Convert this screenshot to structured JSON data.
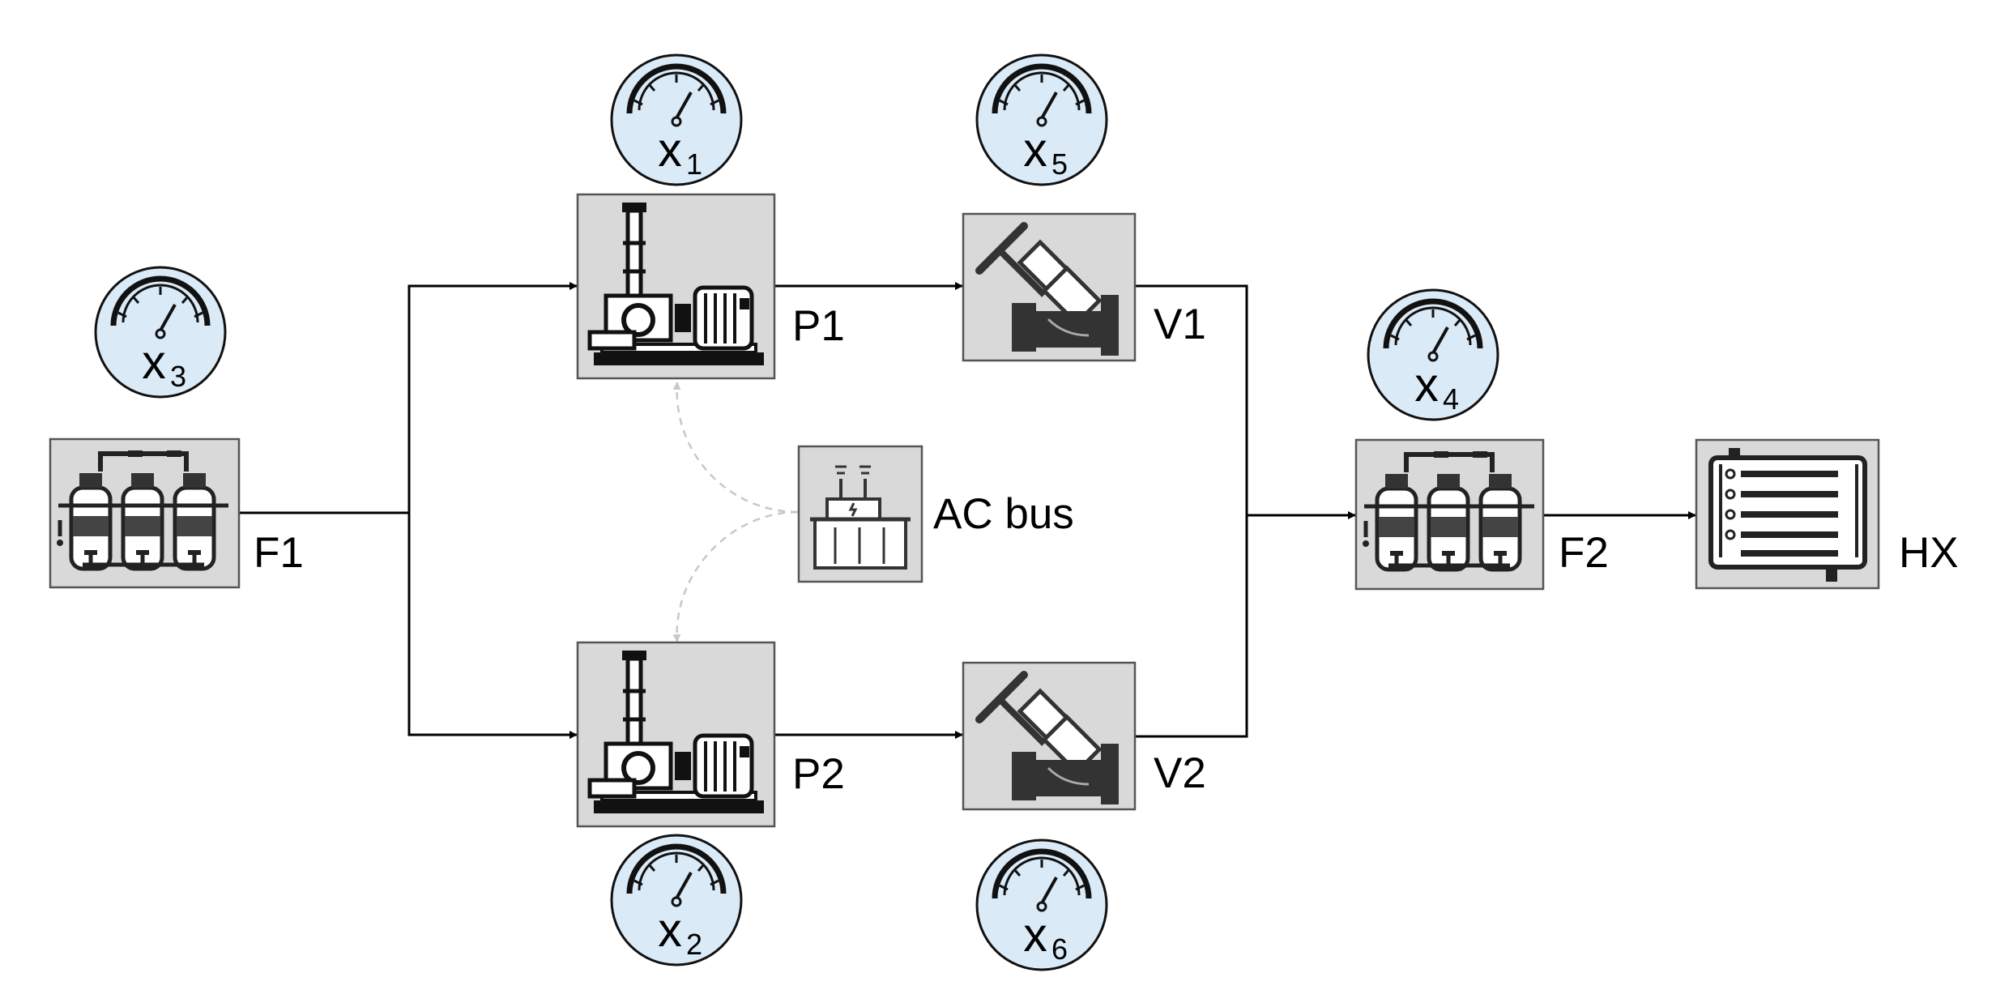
{
  "colors": {
    "box_fill": "#d9d9d9",
    "gauge_fill": "#dbeaf7",
    "line": "#000000",
    "dashed_link": "#bdbdbd"
  },
  "components": {
    "F1": "F1",
    "F2": "F2",
    "P1": "P1",
    "P2": "P2",
    "V1": "V1",
    "V2": "V2",
    "HX": "HX",
    "AC": "AC bus"
  },
  "gauges": {
    "x1": {
      "var": "x",
      "sub": "1"
    },
    "x2": {
      "var": "x",
      "sub": "2"
    },
    "x3": {
      "var": "x",
      "sub": "3"
    },
    "x4": {
      "var": "x",
      "sub": "4"
    },
    "x5": {
      "var": "x",
      "sub": "5"
    },
    "x6": {
      "var": "x",
      "sub": "6"
    }
  },
  "icons": {
    "filter": "filter-tanks-icon",
    "pump": "pump-motor-icon",
    "valve": "valve-icon",
    "exchanger": "heat-exchanger-icon",
    "bus": "transformer-icon",
    "gauge": "pressure-gauge-icon"
  }
}
